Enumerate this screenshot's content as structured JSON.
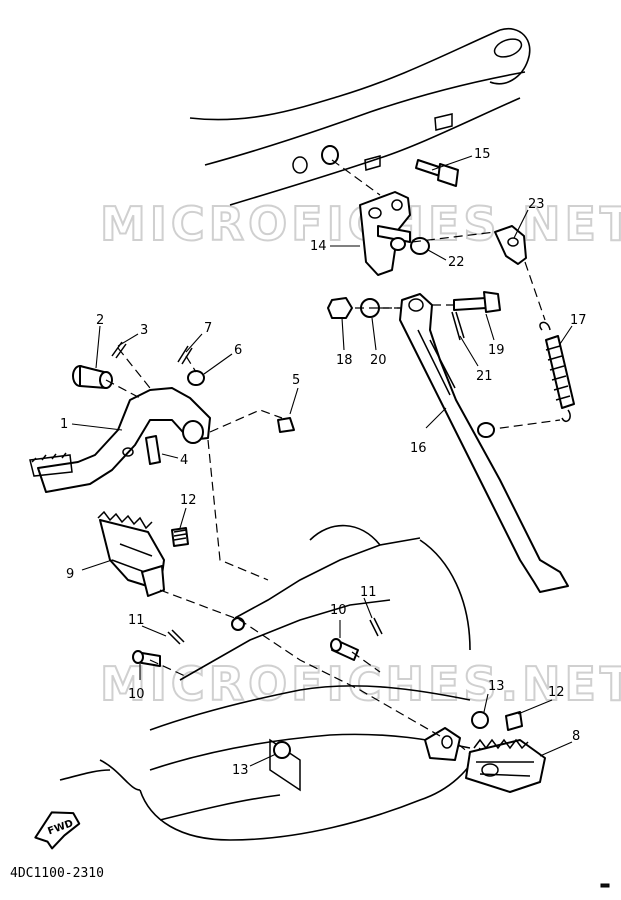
{
  "diagram": {
    "watermarks": [
      "MICROFICHES.NET",
      "MICROFICHES.NET"
    ],
    "drawing_code": "4DC1100-2310",
    "fwd_label": "FWD",
    "callouts": [
      "15",
      "23",
      "14",
      "22",
      "17",
      "18",
      "20",
      "19",
      "21",
      "2",
      "3",
      "7",
      "6",
      "1",
      "5",
      "16",
      "4",
      "12",
      "9",
      "11",
      "10",
      "11",
      "10",
      "13",
      "12",
      "8",
      "13"
    ]
  }
}
